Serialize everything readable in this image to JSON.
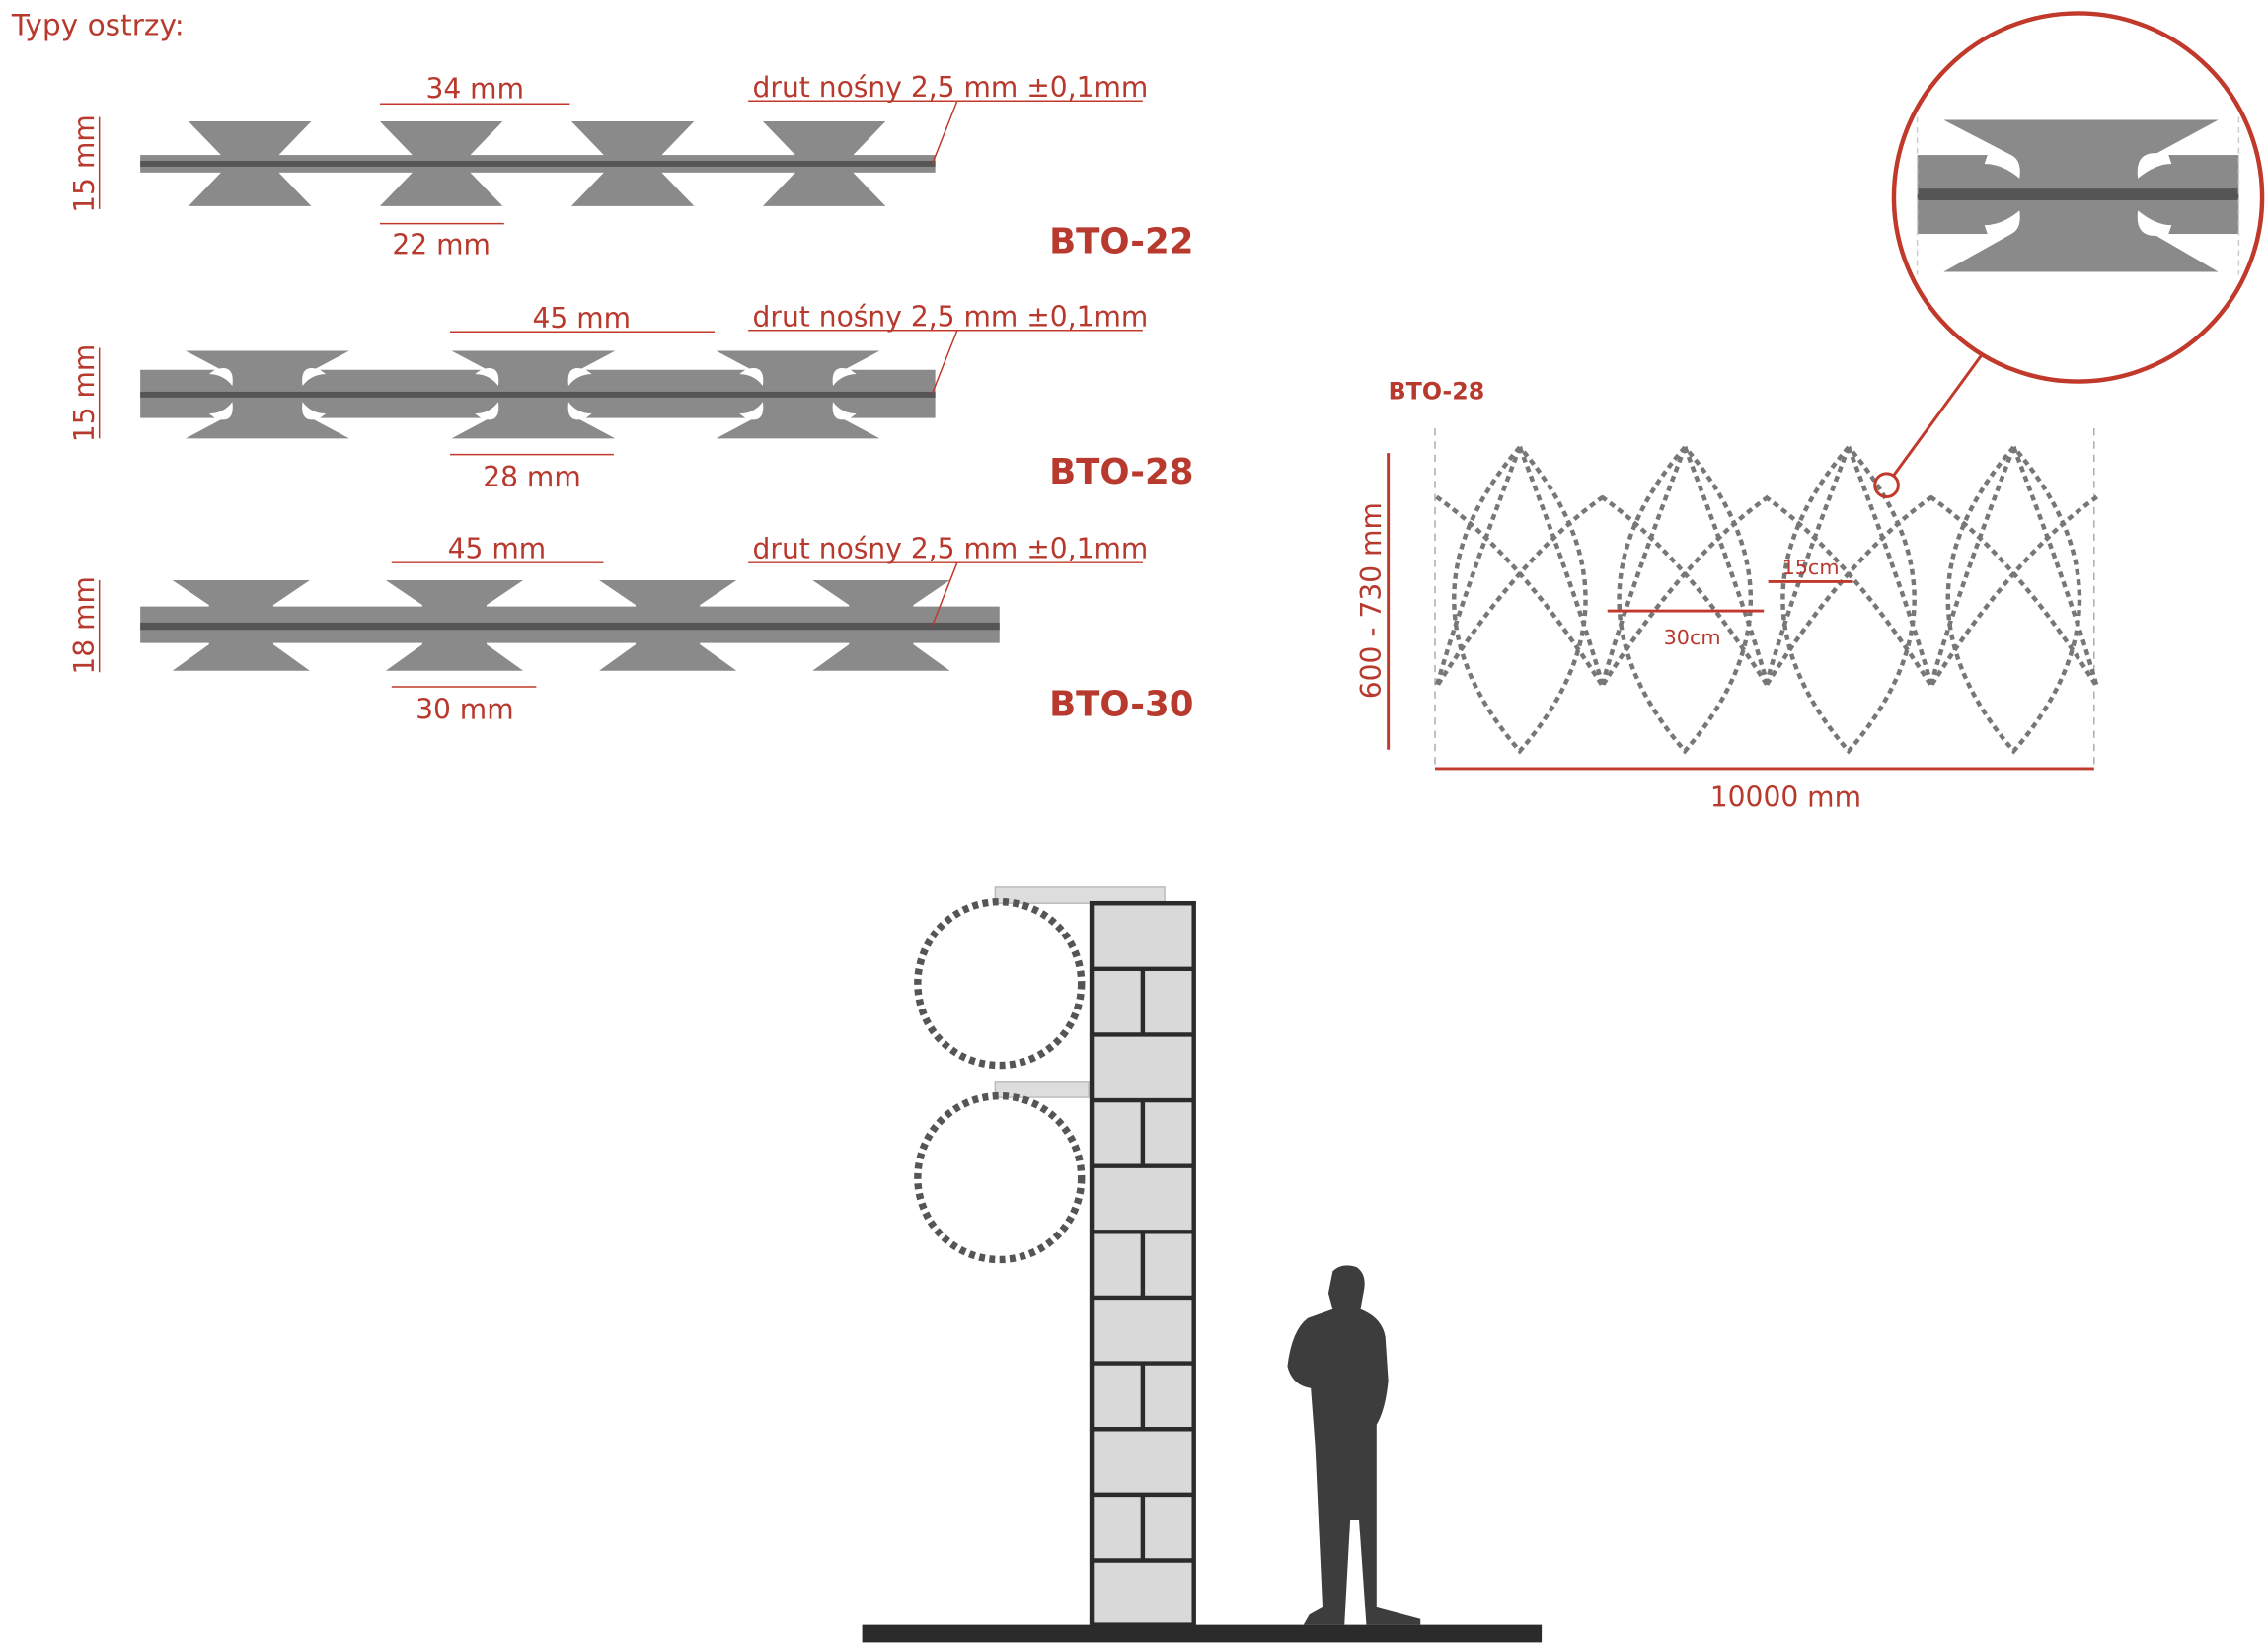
{
  "title": "Typy ostrzy:",
  "colors": {
    "accent": "#b8392d",
    "blade": "#8a8a8a",
    "wire": "#555555",
    "wall": "#d9d9d9",
    "ink": "#2b2b2b"
  },
  "blades": [
    {
      "name": "BTO-22",
      "height": "15 mm",
      "top_dim": "34 mm",
      "bottom_dim": "22 mm",
      "wire": "drut nośny 2,5 mm ±0,1mm"
    },
    {
      "name": "BTO-28",
      "height": "15 mm",
      "top_dim": "45 mm",
      "bottom_dim": "28 mm",
      "wire": "drut nośny 2,5 mm ±0,1mm"
    },
    {
      "name": "BTO-30",
      "height": "18 mm",
      "top_dim": "45 mm",
      "bottom_dim": "30 mm",
      "wire": "drut nośny 2,5 mm ±0,1mm"
    }
  ],
  "coil": {
    "label": "BTO-28",
    "height": "600 - 730 mm",
    "length": "10000 mm",
    "spacing_large": "30cm",
    "spacing_small": "15cm"
  }
}
